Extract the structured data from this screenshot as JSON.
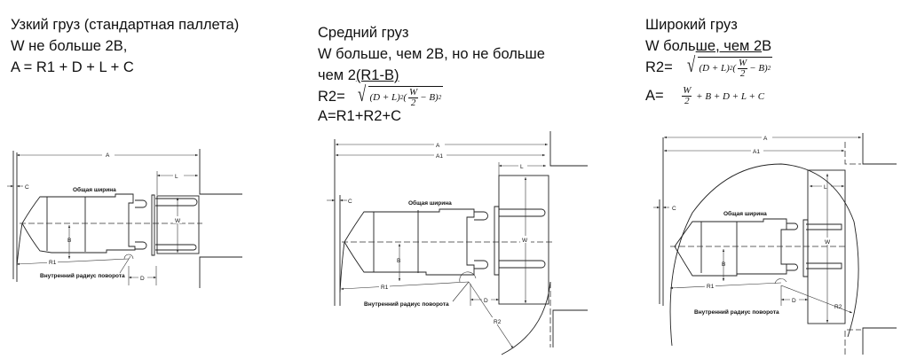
{
  "narrow": {
    "title": "Узкий груз (стандартная паллета)",
    "condition": "W не больше 2B,",
    "formula_a": "A = R1 + D + L + C"
  },
  "medium": {
    "title": "Средний груз",
    "condition_1": "W больше, чем 2B, но не больше",
    "condition_2_prefix": "чем 2",
    "condition_2_underlined": "(R1-B)",
    "r2_label": "R2=",
    "r2_formula_left": "(D + L)",
    "r2_formula_w": "W",
    "r2_formula_2": "2",
    "r2_formula_right": "− B)",
    "formula_a": "A=R1+R2+C"
  },
  "wide": {
    "title": "Широкий груз",
    "condition_prefix": "W боль",
    "condition_underlined": "ше, чем 2",
    "condition_suffix": "B",
    "r2_label": "R2=",
    "r2_formula_left": "(D + L)",
    "r2_formula_w": "W",
    "r2_formula_2": "2",
    "r2_formula_right": "− B)",
    "a_label": "A=",
    "a_formula_w": "W",
    "a_formula_2": "2",
    "a_formula_rest": "+ B + D + L + C"
  },
  "diagram_labels": {
    "A": "A",
    "A1": "A1",
    "L": "L",
    "C": "C",
    "W": "W",
    "B": "B",
    "D": "D",
    "R1": "R1",
    "R2": "R2",
    "overall_width": "Общая ширина",
    "inner_turn_radius": "Внутренний радиус поворота"
  }
}
